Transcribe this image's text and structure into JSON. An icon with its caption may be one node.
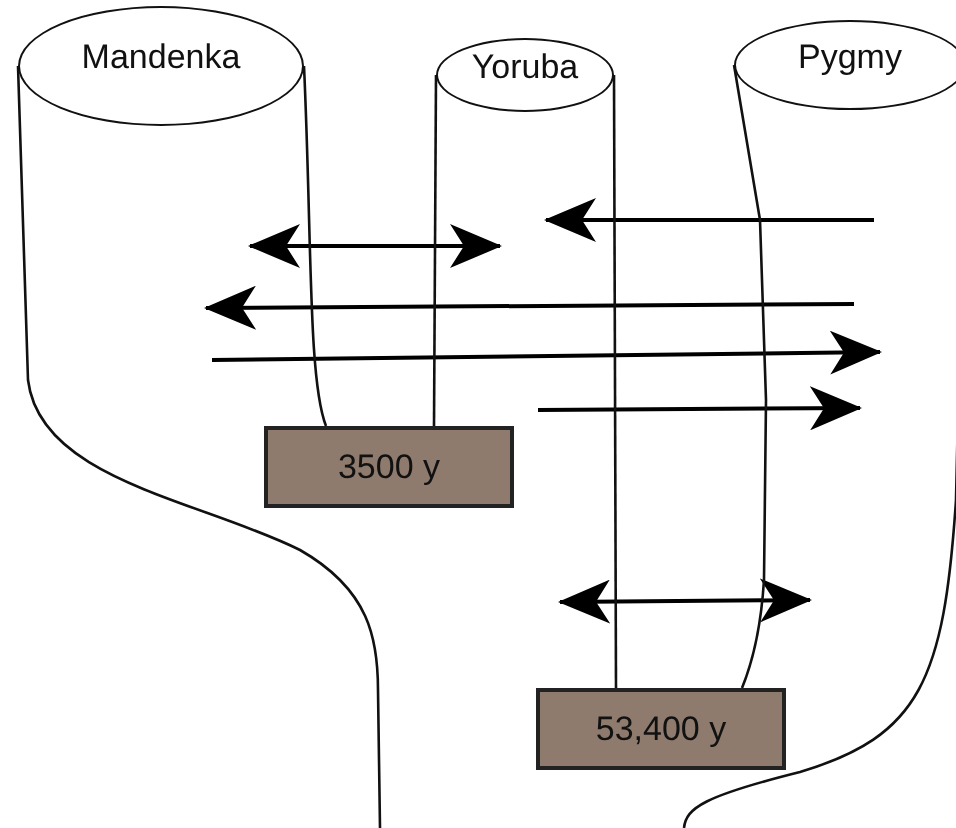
{
  "diagram": {
    "nodes": [
      {
        "text": [
          "Mandenka"
        ]
      },
      {
        "text": [
          "Yoruba"
        ]
      },
      {
        "text": [
          "Pygmy"
        ]
      },
      {
        "text": [
          "3500 y"
        ]
      },
      {
        "text": [
          "53,400 y"
        ]
      }
    ],
    "edges": [
      {
        "from": 0,
        "to": 3,
        "arrow": "none"
      },
      {
        "from": 1,
        "to": 3,
        "arrow": "none"
      },
      {
        "from": 1,
        "to": 4,
        "arrow": "none"
      },
      {
        "from": 2,
        "to": 4,
        "arrow": "none"
      },
      {
        "from": 0,
        "to": null,
        "arrow": "none"
      },
      {
        "from": 2,
        "to": null,
        "arrow": "none"
      }
    ]
  }
}
